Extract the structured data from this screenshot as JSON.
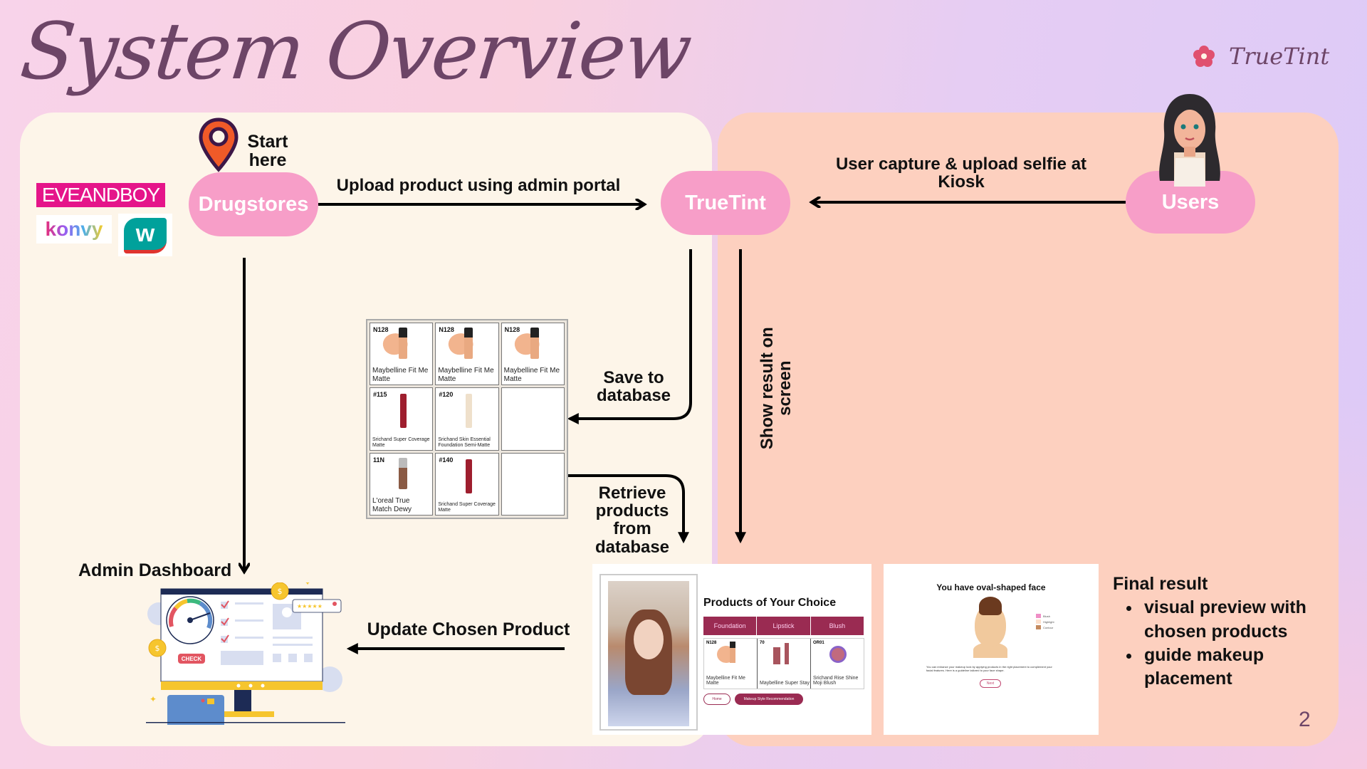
{
  "title": "System Overview",
  "logo": {
    "text": "TrueTint",
    "icon": "flower-icon",
    "icon_color": "#e0506f"
  },
  "page_number": "2",
  "nodes": {
    "drugstores": "Drugstores",
    "truetint": "TrueTint",
    "users": "Users",
    "start_marker": "Start here",
    "admin_dashboard": "Admin Dashboard"
  },
  "retailer_logos": [
    "EVEANDBOY",
    "konvy",
    "Watsons"
  ],
  "edges": {
    "upload_product": "Upload product using admin portal",
    "user_capture": "User capture & upload selfie at Kiosk",
    "save_to_db": "Save to database",
    "retrieve_products": "Retrieve products from database",
    "show_result": "Show result on screen",
    "update_chosen": "Update Chosen Product"
  },
  "database_grid": [
    {
      "code": "N128",
      "name": "Maybelline Fit Me Matte",
      "type": "foundation"
    },
    {
      "code": "N128",
      "name": "Maybelline Fit Me Matte",
      "type": "foundation"
    },
    {
      "code": "N128",
      "name": "Maybelline Fit Me Matte",
      "type": "foundation"
    },
    {
      "code": "#115",
      "name": "Srichand Super Coverage Matte",
      "type": "tube-red"
    },
    {
      "code": "#120",
      "name": "Srichand Skin Essential Foundation Semi-Matte",
      "type": "tube-beige"
    },
    {
      "code": "",
      "name": "",
      "type": "empty"
    },
    {
      "code": "11N",
      "name": "L'oreal True Match Dewy",
      "type": "bottle-brown"
    },
    {
      "code": "#140",
      "name": "Srichand Super Coverage Matte",
      "type": "tube-red"
    },
    {
      "code": "",
      "name": "",
      "type": "empty"
    }
  ],
  "result_screen": {
    "title": "Products of Your Choice",
    "tabs": [
      "Foundation",
      "Lipstick",
      "Blush"
    ],
    "items": [
      {
        "code": "N128",
        "name": "Maybelline Fit Me Matte"
      },
      {
        "code": "70",
        "name": "Maybelline Super Stay"
      },
      {
        "code": "OR01",
        "name": "Srichand Rise Shine Moji Blush"
      }
    ],
    "home_button": "Home",
    "recommend_button": "Makeup Style Recommendation"
  },
  "face_screen": {
    "title": "You have oval-shaped face",
    "legend": [
      "Blush",
      "Highlight",
      "Contour"
    ],
    "legend_colors": [
      "#ef8fc6",
      "#fde0cc",
      "#c48a5e"
    ],
    "description": "You can enhance your makeup look by applying products in the right placement to complement your facial features. Here is a guideline tailored to your face shape.",
    "next_button": "Next"
  },
  "dashboard_badge": "CHECK",
  "final_result": {
    "heading": "Final result",
    "bullets": [
      "visual preview with chosen products",
      "guide makeup placement"
    ]
  }
}
